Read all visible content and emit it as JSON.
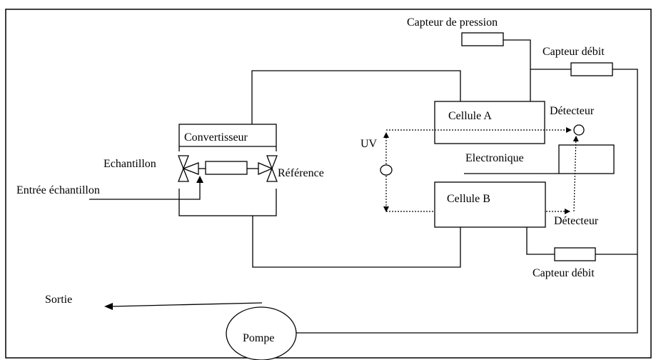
{
  "labels": {
    "capteur_pression": "Capteur de pression",
    "capteur_debit_top": "Capteur débit",
    "cellule_a": "Cellule A",
    "detecteur_top": "Détecteur",
    "electronique": "Electronique",
    "convertisseur": "Convertisseur",
    "echantillon": "Echantillon",
    "reference": "Référence",
    "uv": "UV",
    "entree_echantillon": "Entrée échantillon",
    "cellule_b": "Cellule B",
    "detecteur_bottom": "Détecteur",
    "capteur_debit_bottom": "Capteur débit",
    "sortie": "Sortie",
    "pompe": "Pompe"
  }
}
